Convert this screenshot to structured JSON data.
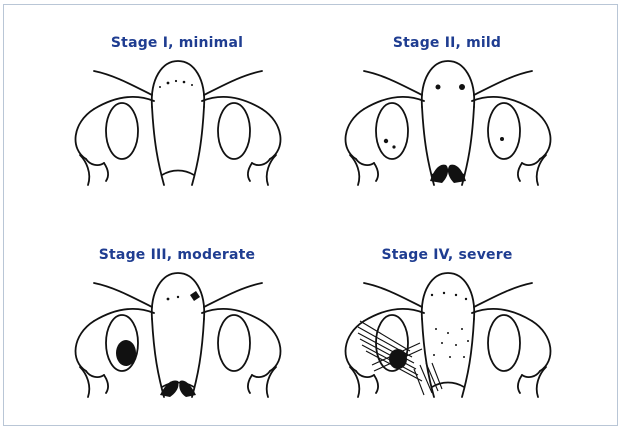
{
  "panels": [
    {
      "title": "Stage I, minimal"
    },
    {
      "title": "Stage II, mild"
    },
    {
      "title": "Stage III, moderate"
    },
    {
      "title": "Stage IV, severe"
    }
  ],
  "colors": {
    "title": "#1f3d91",
    "frame": "#b9c6d6",
    "ink": "#111111"
  }
}
